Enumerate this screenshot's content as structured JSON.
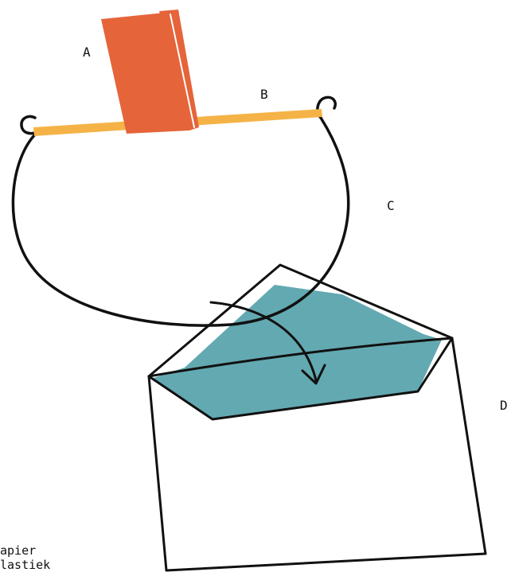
{
  "labels": {
    "a": "A",
    "b": "B",
    "c": "C",
    "d": "D"
  },
  "legend": [
    "apier",
    "lastiek"
  ],
  "colors": {
    "paper_card": "#e5643a",
    "stick": "#f5b347",
    "elastic": "#111111",
    "envelope_flap": "#63a9b1",
    "envelope_body": "#ffffff",
    "outline": "#111111"
  }
}
